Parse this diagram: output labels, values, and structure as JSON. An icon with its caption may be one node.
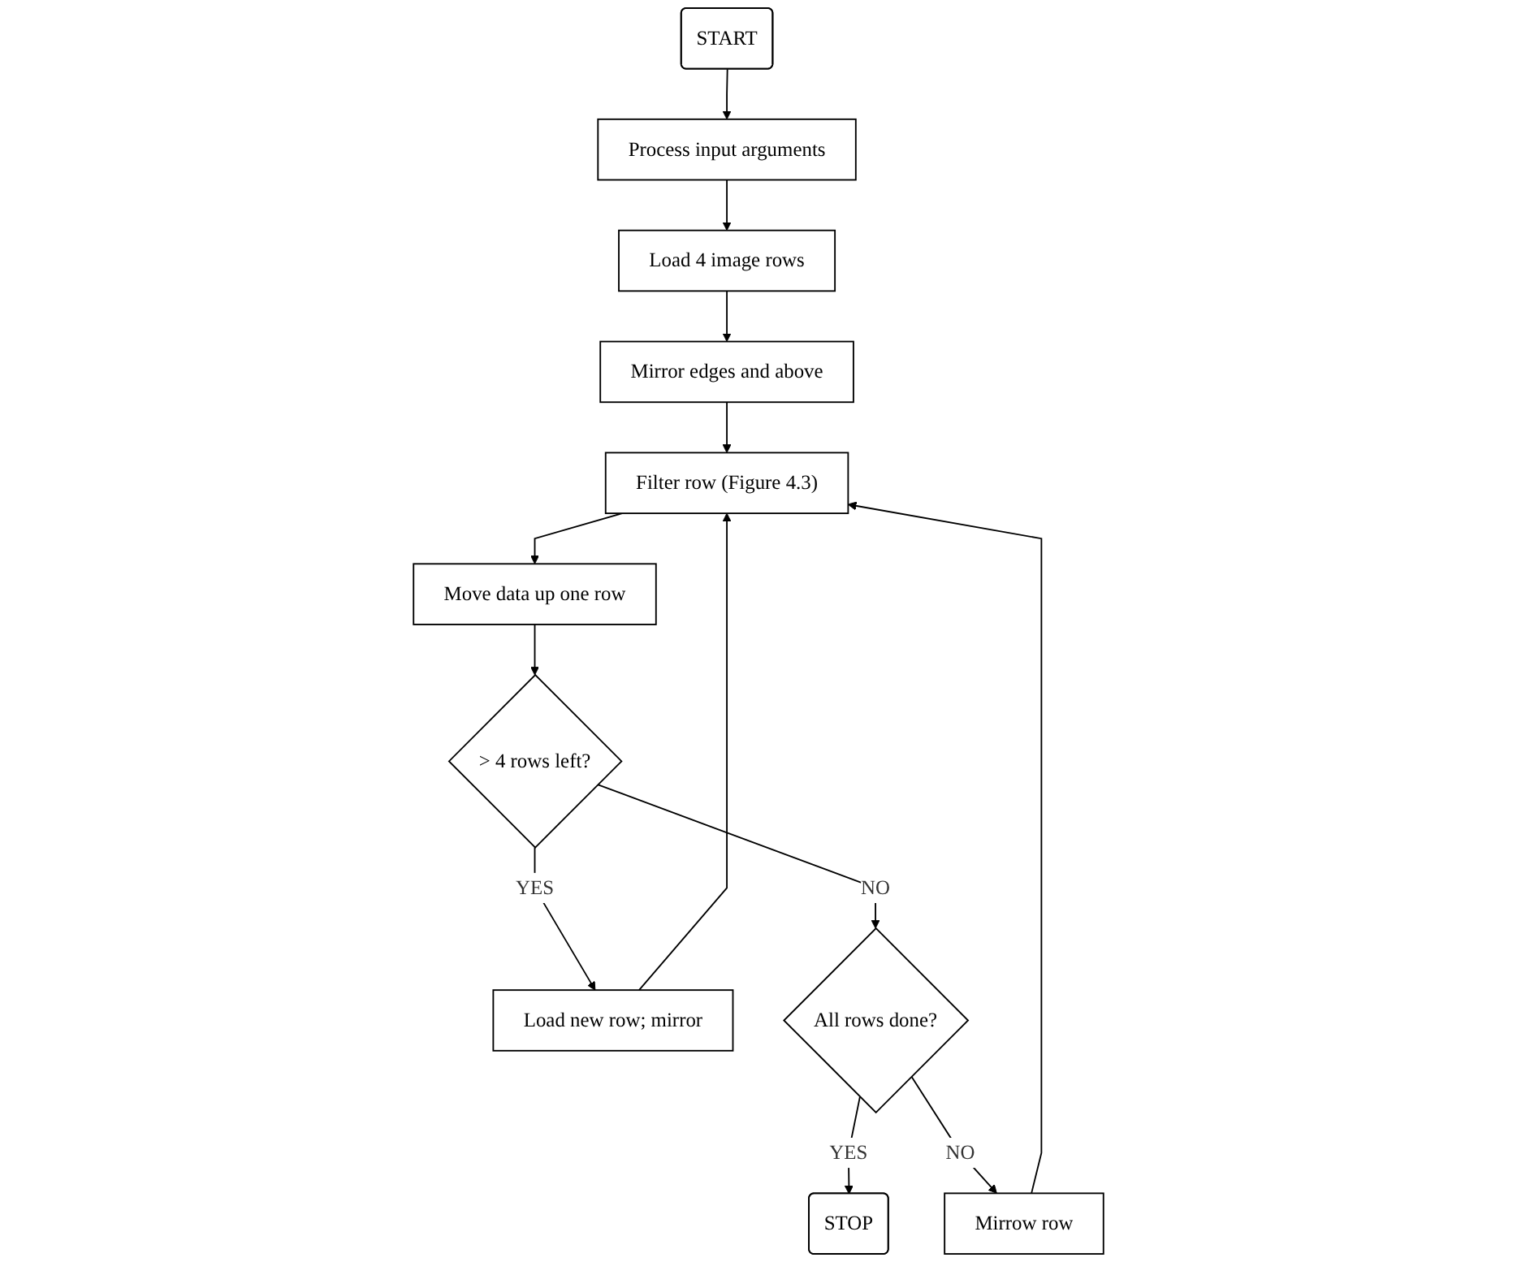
{
  "diagram": {
    "nodes": [
      {
        "text": [
          "START"
        ]
      },
      {
        "text": [
          "Process input arguments"
        ]
      },
      {
        "text": [
          "Load 4 image rows"
        ]
      },
      {
        "text": [
          "Mirror edges and above"
        ]
      },
      {
        "text": [
          "Filter row (Figure 4.3)"
        ]
      },
      {
        "text": [
          "Move data up one row"
        ]
      },
      {
        "text": [
          "> 4 rows left?"
        ]
      },
      {
        "text": [
          "Load new row; mirror"
        ]
      },
      {
        "text": [
          "All rows done?"
        ]
      },
      {
        "text": [
          "STOP"
        ]
      },
      {
        "text": [
          "Mirrow row"
        ]
      }
    ],
    "edges": [
      {
        "from": 0,
        "to": 1,
        "arrow": "to"
      },
      {
        "from": 1,
        "to": 2,
        "arrow": "to"
      },
      {
        "from": 2,
        "to": 3,
        "arrow": "to"
      },
      {
        "from": 3,
        "to": 4,
        "arrow": "to"
      },
      {
        "from": 4,
        "to": 5,
        "arrow": "to"
      },
      {
        "from": 5,
        "to": 6,
        "arrow": "to"
      },
      {
        "from": 6,
        "to": 7,
        "label": "YES",
        "arrow": "to"
      },
      {
        "from": 6,
        "to": 8,
        "label": "NO",
        "arrow": "to"
      },
      {
        "from": 8,
        "to": 9,
        "label": "YES",
        "arrow": "to"
      },
      {
        "from": 8,
        "to": 10,
        "label": "NO",
        "arrow": "to"
      },
      {
        "from": 7,
        "to": 4,
        "arrow": "to"
      },
      {
        "from": 10,
        "to": 4,
        "arrow": "to"
      }
    ]
  }
}
